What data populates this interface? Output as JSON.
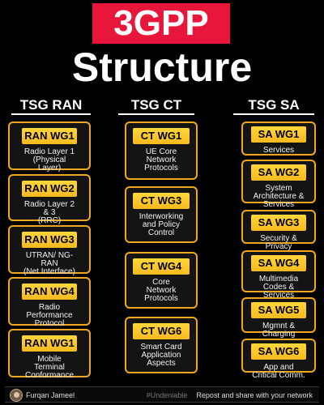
{
  "header": {
    "badge": "3GPP",
    "subtitle": "Structure"
  },
  "columns": [
    {
      "name": "TSG RAN",
      "cards": [
        {
          "tag": "RAN WG1",
          "lines": [
            "Radio Layer 1",
            "(Physical",
            "Layer)"
          ]
        },
        {
          "tag": "RAN WG2",
          "lines": [
            "Radio Layer 2",
            "& 3",
            "(RRC)"
          ]
        },
        {
          "tag": "RAN WG3",
          "lines": [
            "UTRAN/ NG-",
            "RAN",
            "(Net Interface)"
          ]
        },
        {
          "tag": "RAN WG4",
          "lines": [
            "Radio",
            "Performance",
            "Protocol"
          ]
        },
        {
          "tag": "RAN WG1",
          "lines": [
            "Mobile",
            "Terminal",
            "Conformance"
          ]
        }
      ]
    },
    {
      "name": "TSG CT",
      "cards": [
        {
          "tag": "CT WG1",
          "lines": [
            "UE Core",
            "Network",
            "Protocols"
          ]
        },
        {
          "tag": "CT WG3",
          "lines": [
            "Interworking",
            "and Policy",
            "Control"
          ]
        },
        {
          "tag": "CT WG4",
          "lines": [
            "Core",
            "Network",
            "Protocols"
          ]
        },
        {
          "tag": "CT WG6",
          "lines": [
            "Smart Card",
            "Application",
            "Aspects"
          ]
        }
      ]
    },
    {
      "name": "TSG SA",
      "cards": [
        {
          "tag": "SA WG1",
          "lines": [
            "Services"
          ]
        },
        {
          "tag": "SA WG2",
          "lines": [
            "System",
            "Architecture &",
            "Services"
          ]
        },
        {
          "tag": "SA WG3",
          "lines": [
            "Security &",
            "Privacy"
          ]
        },
        {
          "tag": "SA WG4",
          "lines": [
            "Multimedia",
            "Codes &",
            "Services"
          ]
        },
        {
          "tag": "SA WG5",
          "lines": [
            "Mgmnt &",
            "Charging"
          ]
        },
        {
          "tag": "SA WG6",
          "lines": [
            "App and",
            "Critical Comm."
          ]
        }
      ]
    }
  ],
  "footer": {
    "author": "Furqan Jameel",
    "hashtag": "#Undeniable",
    "repost": "Repost and share with your network"
  },
  "colors": {
    "badge": "#e8163a",
    "accent": "#f0a623",
    "tag": "#ffd63b",
    "background": "#000000"
  }
}
